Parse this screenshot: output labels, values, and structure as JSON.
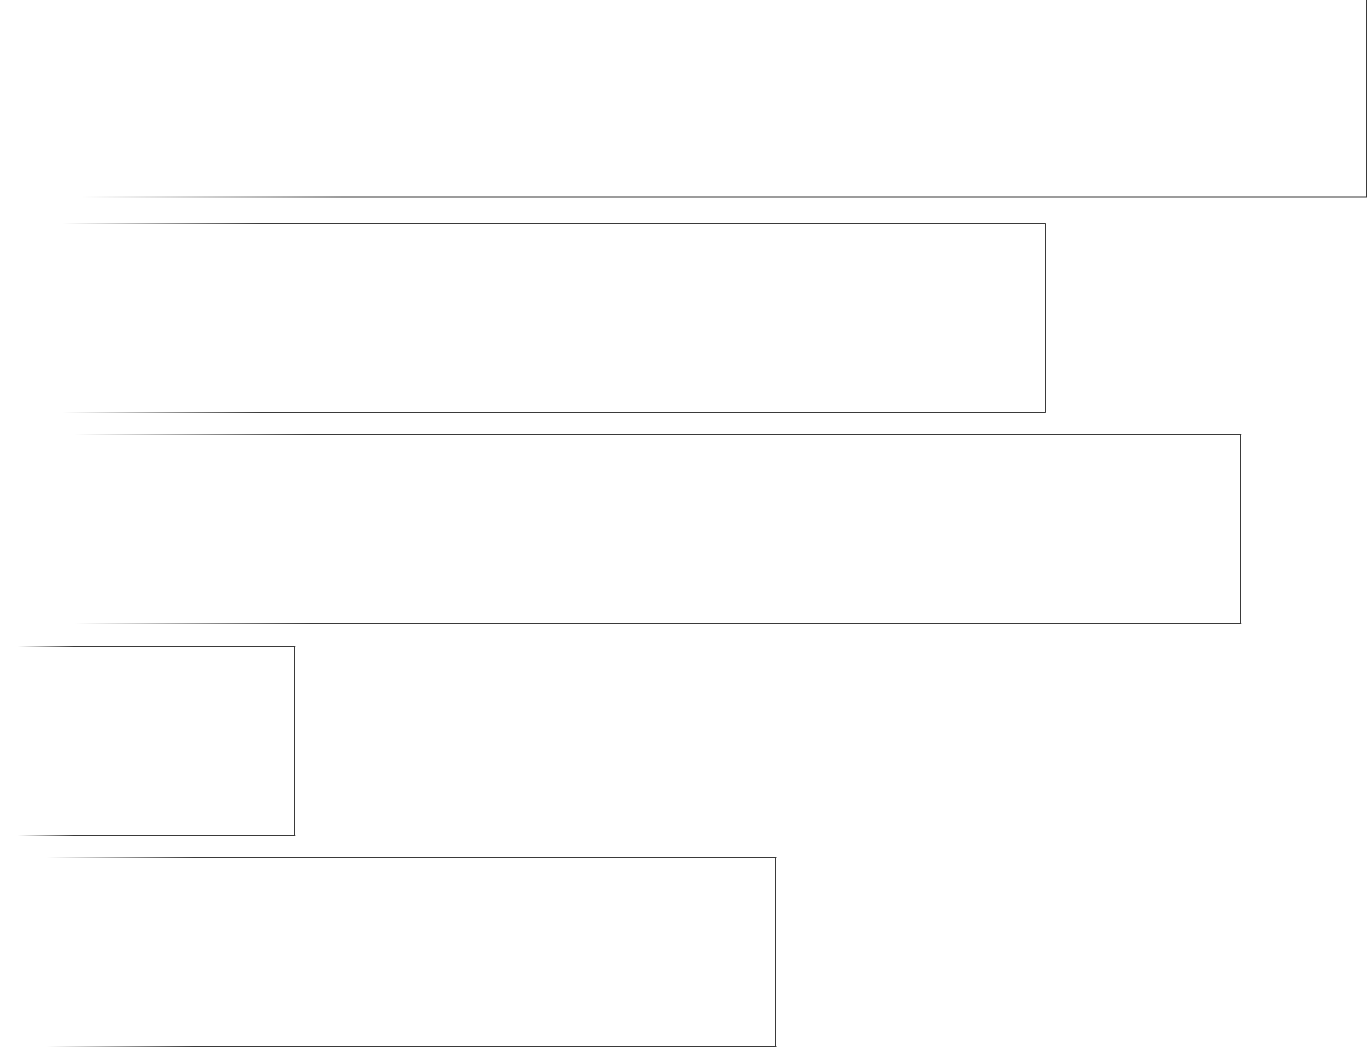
{
  "chart_data": {
    "type": "bar",
    "orientation": "horizontal",
    "categories": [
      "",
      "",
      "",
      "",
      ""
    ],
    "values": [
      1.0,
      0.765,
      0.908,
      0.216,
      0.568
    ],
    "xlim": [
      0,
      1
    ],
    "grid": false,
    "legend": "none",
    "title": "",
    "xlabel": "",
    "ylabel": "",
    "colors": {
      "bar_stroke": "#3a3a3a",
      "bar_fill_start": "#ffffff",
      "bar_fill_end": "#ffffff",
      "fade_stroke": "#ffffff"
    }
  }
}
